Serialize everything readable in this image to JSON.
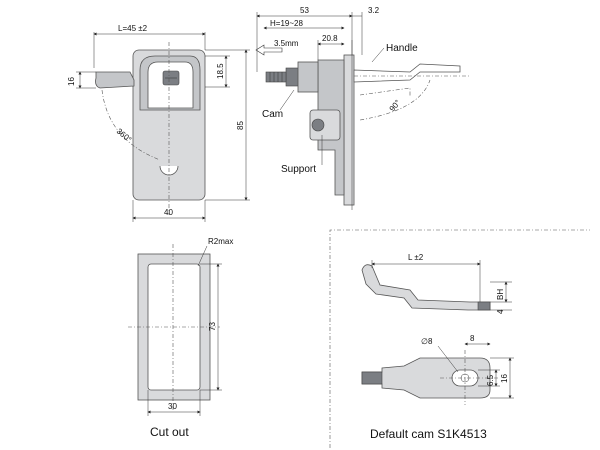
{
  "front_view": {
    "width_top": "L=45 ±2",
    "height_total": "85",
    "width_bottom": "40",
    "depth": "16",
    "offset": "18.5",
    "rotation": "360°"
  },
  "side_view": {
    "total_length": "53",
    "offset_right": "3.2",
    "h_range": "H=19~28",
    "depth": "20.8",
    "stroke": "3.5mm",
    "angle": "90°",
    "label_handle": "Handle",
    "label_cam": "Cam",
    "label_support": "Support"
  },
  "cutout": {
    "radius": "R2max",
    "height": "73",
    "width": "30",
    "caption": "Cut out"
  },
  "default_cam": {
    "length": "L ±2",
    "bh": "BH",
    "thickness": "4",
    "hole": "∅8",
    "hole_offset": "8",
    "slot": "6.5",
    "width": "16",
    "caption": "Default cam S1K4513"
  }
}
